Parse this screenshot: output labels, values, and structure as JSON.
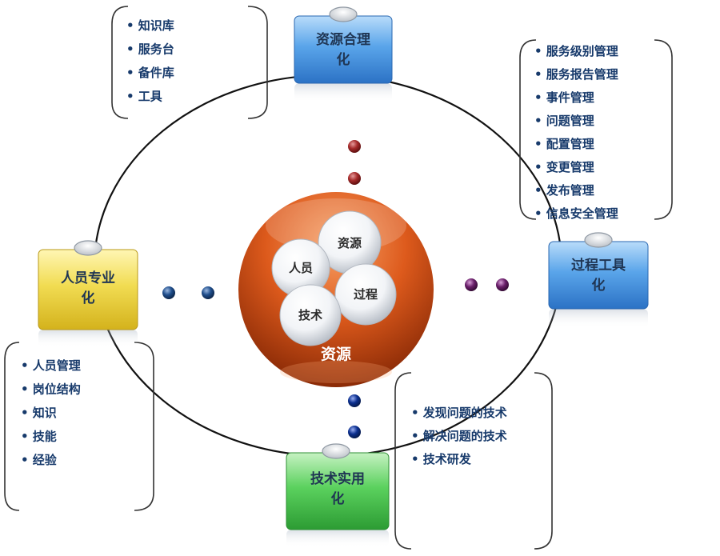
{
  "center": {
    "label": "资源",
    "bubbles": [
      "资源",
      "人员",
      "过程",
      "技术"
    ]
  },
  "nodes": {
    "resource": {
      "lines": [
        "资源合理",
        "化"
      ],
      "color": "#3e8ede"
    },
    "process": {
      "lines": [
        "过程工具",
        "化"
      ],
      "color": "#3e8ede"
    },
    "personnel": {
      "lines": [
        "人员专业",
        "化"
      ],
      "color": "#e8d23c"
    },
    "technology": {
      "lines": [
        "技术实用",
        "化"
      ],
      "color": "#43c24c"
    }
  },
  "lists": {
    "resource": [
      "知识库",
      "服务台",
      "备件库",
      "工具"
    ],
    "process": [
      "服务级别管理",
      "服务报告管理",
      "事件管理",
      "问题管理",
      "配置管理",
      "变更管理",
      "发布管理",
      "信息安全管理"
    ],
    "personnel": [
      "人员管理",
      "岗位结构",
      "知识",
      "技能",
      "经验"
    ],
    "technology": [
      "发现问题的技术",
      "解决问题的技术",
      "技术研发"
    ]
  },
  "colors": {
    "dots_top": "#a52a2a",
    "dots_left": "#1f4e8c",
    "dots_right": "#6a1f6a",
    "dots_bottom": "#0b2f8f",
    "center_sphere": "#d4561a"
  }
}
